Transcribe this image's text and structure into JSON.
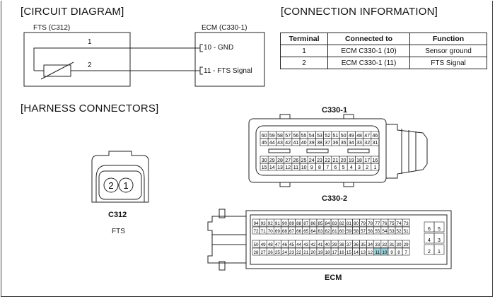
{
  "sections": {
    "circuit_diagram": "[CIRCUIT DIAGRAM]",
    "connection_information": "[CONNECTION INFORMATION]",
    "harness_connectors": "[HARNESS CONNECTORS]"
  },
  "circuit": {
    "fts_label": "FTS (C312)",
    "ecm_label": "ECM (C330-1)",
    "wire1_number": "1",
    "wire2_number": "2",
    "pin10_label": "10 - GND",
    "pin11_label": "11 - FTS Signal"
  },
  "connection_table": {
    "headers": [
      "Terminal",
      "Connected to",
      "Function"
    ],
    "rows": [
      [
        "1",
        "ECM C330-1 (10)",
        "Sensor ground"
      ],
      [
        "2",
        "ECM C330-1 (11)",
        "FTS Signal"
      ]
    ]
  },
  "connectors": {
    "c312_title": "C312",
    "c312_subtitle": "FTS",
    "c312_pins": [
      "2",
      "1"
    ],
    "c3301_title": "C330-1",
    "c3301_rows": [
      [
        "60",
        "59",
        "58",
        "57",
        "56",
        "55",
        "54",
        "53",
        "52",
        "51",
        "50",
        "49",
        "48",
        "47",
        "46"
      ],
      [
        "45",
        "44",
        "43",
        "42",
        "41",
        "40",
        "39",
        "38",
        "37",
        "36",
        "35",
        "34",
        "33",
        "32",
        "31"
      ],
      [
        "30",
        "29",
        "28",
        "27",
        "26",
        "25",
        "24",
        "23",
        "22",
        "21",
        "20",
        "19",
        "18",
        "17",
        "16"
      ],
      [
        "15",
        "14",
        "13",
        "12",
        "11",
        "10",
        "9",
        "8",
        "7",
        "6",
        "5",
        "4",
        "3",
        "2",
        "1"
      ]
    ],
    "c3302_title": "C330-2",
    "c3302_rows": [
      [
        "94",
        "93",
        "92",
        "91",
        "90",
        "89",
        "88",
        "87",
        "86",
        "85",
        "84",
        "83",
        "82",
        "81",
        "80",
        "79",
        "78",
        "77",
        "76",
        "75",
        "74",
        "73"
      ],
      [
        "72",
        "71",
        "70",
        "69",
        "68",
        "67",
        "66",
        "65",
        "64",
        "63",
        "62",
        "61",
        "60",
        "59",
        "58",
        "57",
        "56",
        "55",
        "54",
        "53",
        "52",
        "51"
      ],
      [
        "50",
        "49",
        "48",
        "47",
        "46",
        "45",
        "44",
        "43",
        "42",
        "41",
        "40",
        "39",
        "38",
        "37",
        "36",
        "35",
        "34",
        "33",
        "32",
        "31",
        "30",
        "29"
      ],
      [
        "28",
        "27",
        "26",
        "25",
        "24",
        "23",
        "22",
        "21",
        "20",
        "19",
        "18",
        "17",
        "16",
        "15",
        "14",
        "13",
        "12",
        "11",
        "10",
        "9",
        "8",
        "7"
      ]
    ],
    "c3302_side_rows": [
      [
        "6",
        "5"
      ],
      [
        "4",
        "3"
      ],
      [
        "2",
        "1"
      ]
    ],
    "c3302_highlight_pins": [
      "11",
      "10"
    ],
    "highlight_color": "#9fd3dc",
    "ecm_title": "ECM"
  }
}
